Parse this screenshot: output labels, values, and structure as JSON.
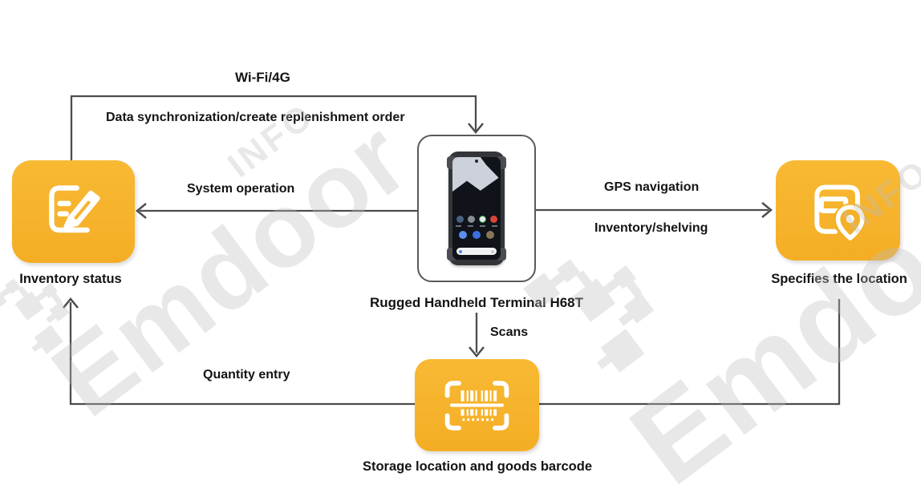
{
  "diagram": {
    "center_node": {
      "caption": "Rugged Handheld Terminal H68T",
      "image": "rugged-smartphone"
    },
    "nodes": [
      {
        "id": "inventory",
        "caption": "Inventory status",
        "icon": "document-pencil-icon"
      },
      {
        "id": "location",
        "caption": "Specifies the location",
        "icon": "box-location-pin-icon"
      },
      {
        "id": "barcode",
        "caption": "Storage location and goods barcode",
        "icon": "barcode-scan-icon"
      }
    ],
    "edges": [
      {
        "id": "wifi-sync",
        "from": "inventory",
        "to": "terminal",
        "labels": [
          "Wi-Fi/4G",
          "Data synchronization/create replenishment order"
        ]
      },
      {
        "id": "system-operation",
        "from": "terminal",
        "to": "inventory",
        "label": "System operation"
      },
      {
        "id": "gps",
        "from": "terminal",
        "to": "location",
        "labels": [
          "GPS navigation",
          "Inventory/shelving"
        ]
      },
      {
        "id": "scans",
        "from": "terminal",
        "to": "barcode",
        "label": "Scans"
      },
      {
        "id": "quantity-entry",
        "from": "barcode",
        "to": "inventory",
        "label": "Quantity entry"
      }
    ],
    "watermark": {
      "brand": "Emdoor",
      "suffix": "INFO"
    },
    "colors": {
      "accent_yellow": "#F6B32B",
      "line": "#4D4D4D",
      "text": "#141414",
      "watermark": "#E9E9E9",
      "terminal_border": "#595959"
    }
  }
}
